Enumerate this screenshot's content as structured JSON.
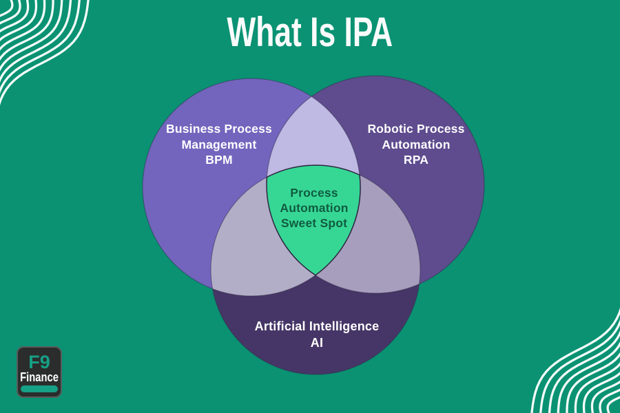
{
  "title": "What Is IPA",
  "diagram": {
    "circles": [
      {
        "id": "bpm",
        "label_lines": [
          "Business Process",
          "Management",
          "BPM"
        ],
        "color": "#7365BD"
      },
      {
        "id": "rpa",
        "label_lines": [
          "Robotic Process",
          "Automation",
          "RPA"
        ],
        "color": "#5E4C8E"
      },
      {
        "id": "ai",
        "label_lines": [
          "Artificial Intelligence",
          "AI"
        ],
        "color": "#463667"
      }
    ],
    "center": {
      "label_lines": [
        "Process",
        "Automation",
        "Sweet Spot"
      ]
    }
  },
  "logo": {
    "top_text": "F9",
    "bottom_text": "Finance",
    "accent": "#16A085"
  },
  "colors": {
    "background": "#0A9273",
    "bpm_rpa_overlap": "#BFBAE4",
    "bpm_ai_overlap": "#B3AEC7",
    "rpa_ai_overlap": "#A69EBC",
    "center_fill": "#36D795",
    "outline": "#2C2640",
    "wave_lines": "#F4FBF8"
  },
  "decor": {
    "wave_line_count": 10
  }
}
